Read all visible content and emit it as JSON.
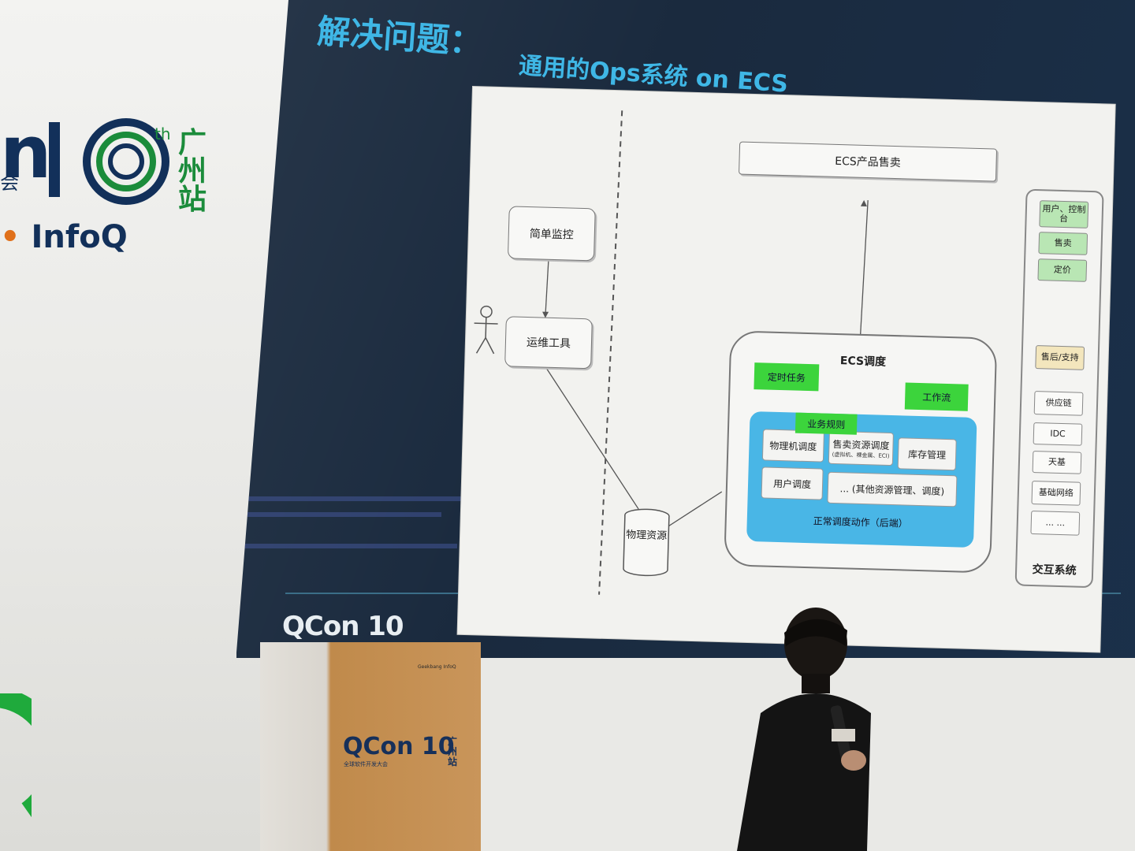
{
  "wall": {
    "brand_n": "n",
    "brand_hui": "会",
    "brand_th": "th",
    "brand_city": "广州站",
    "brand_infoq": "InfoQ"
  },
  "slide": {
    "title": "解决问题：",
    "subtitle": "通用的Ops系统 on ECS",
    "logo": "QCon 10"
  },
  "diagram": {
    "ecs_sales": "ECS产品售卖",
    "simple_monitor": "简单监控",
    "ops_tool": "运维工具",
    "physical_resource": "物理资源",
    "scheduler": {
      "title": "ECS调度",
      "timed_task": "定时任务",
      "workflow": "工作流",
      "business_rules": "业务规则",
      "physical_sched": "物理机调度",
      "sold_resource_sched": "售卖资源调度",
      "sold_resource_note": "(虚拟机、裸金属、ECI)",
      "inventory": "库存管理",
      "user_sched": "用户调度",
      "other_resources": "... (其他资源管理、调度)",
      "normal_actions": "正常调度动作（后端）"
    },
    "interaction": {
      "title": "交互系统",
      "items_green": [
        "用户、控制台",
        "售卖",
        "定价"
      ],
      "item_yellow": "售后/支持",
      "items_white": [
        "供应链",
        "IDC",
        "天基",
        "基础网络",
        "... ..."
      ]
    }
  },
  "podium": {
    "logo": "QCon 10",
    "city": "广州站",
    "subtitle": "全球软件开发大会",
    "top_brand": "Geekbang InfoQ"
  },
  "colors": {
    "brand_navy": "#12305a",
    "brand_green": "#1b8c3b",
    "slide_title": "#3fb7e6",
    "diagram_green": "#3cd43c",
    "diagram_blue": "#49b6e6"
  }
}
